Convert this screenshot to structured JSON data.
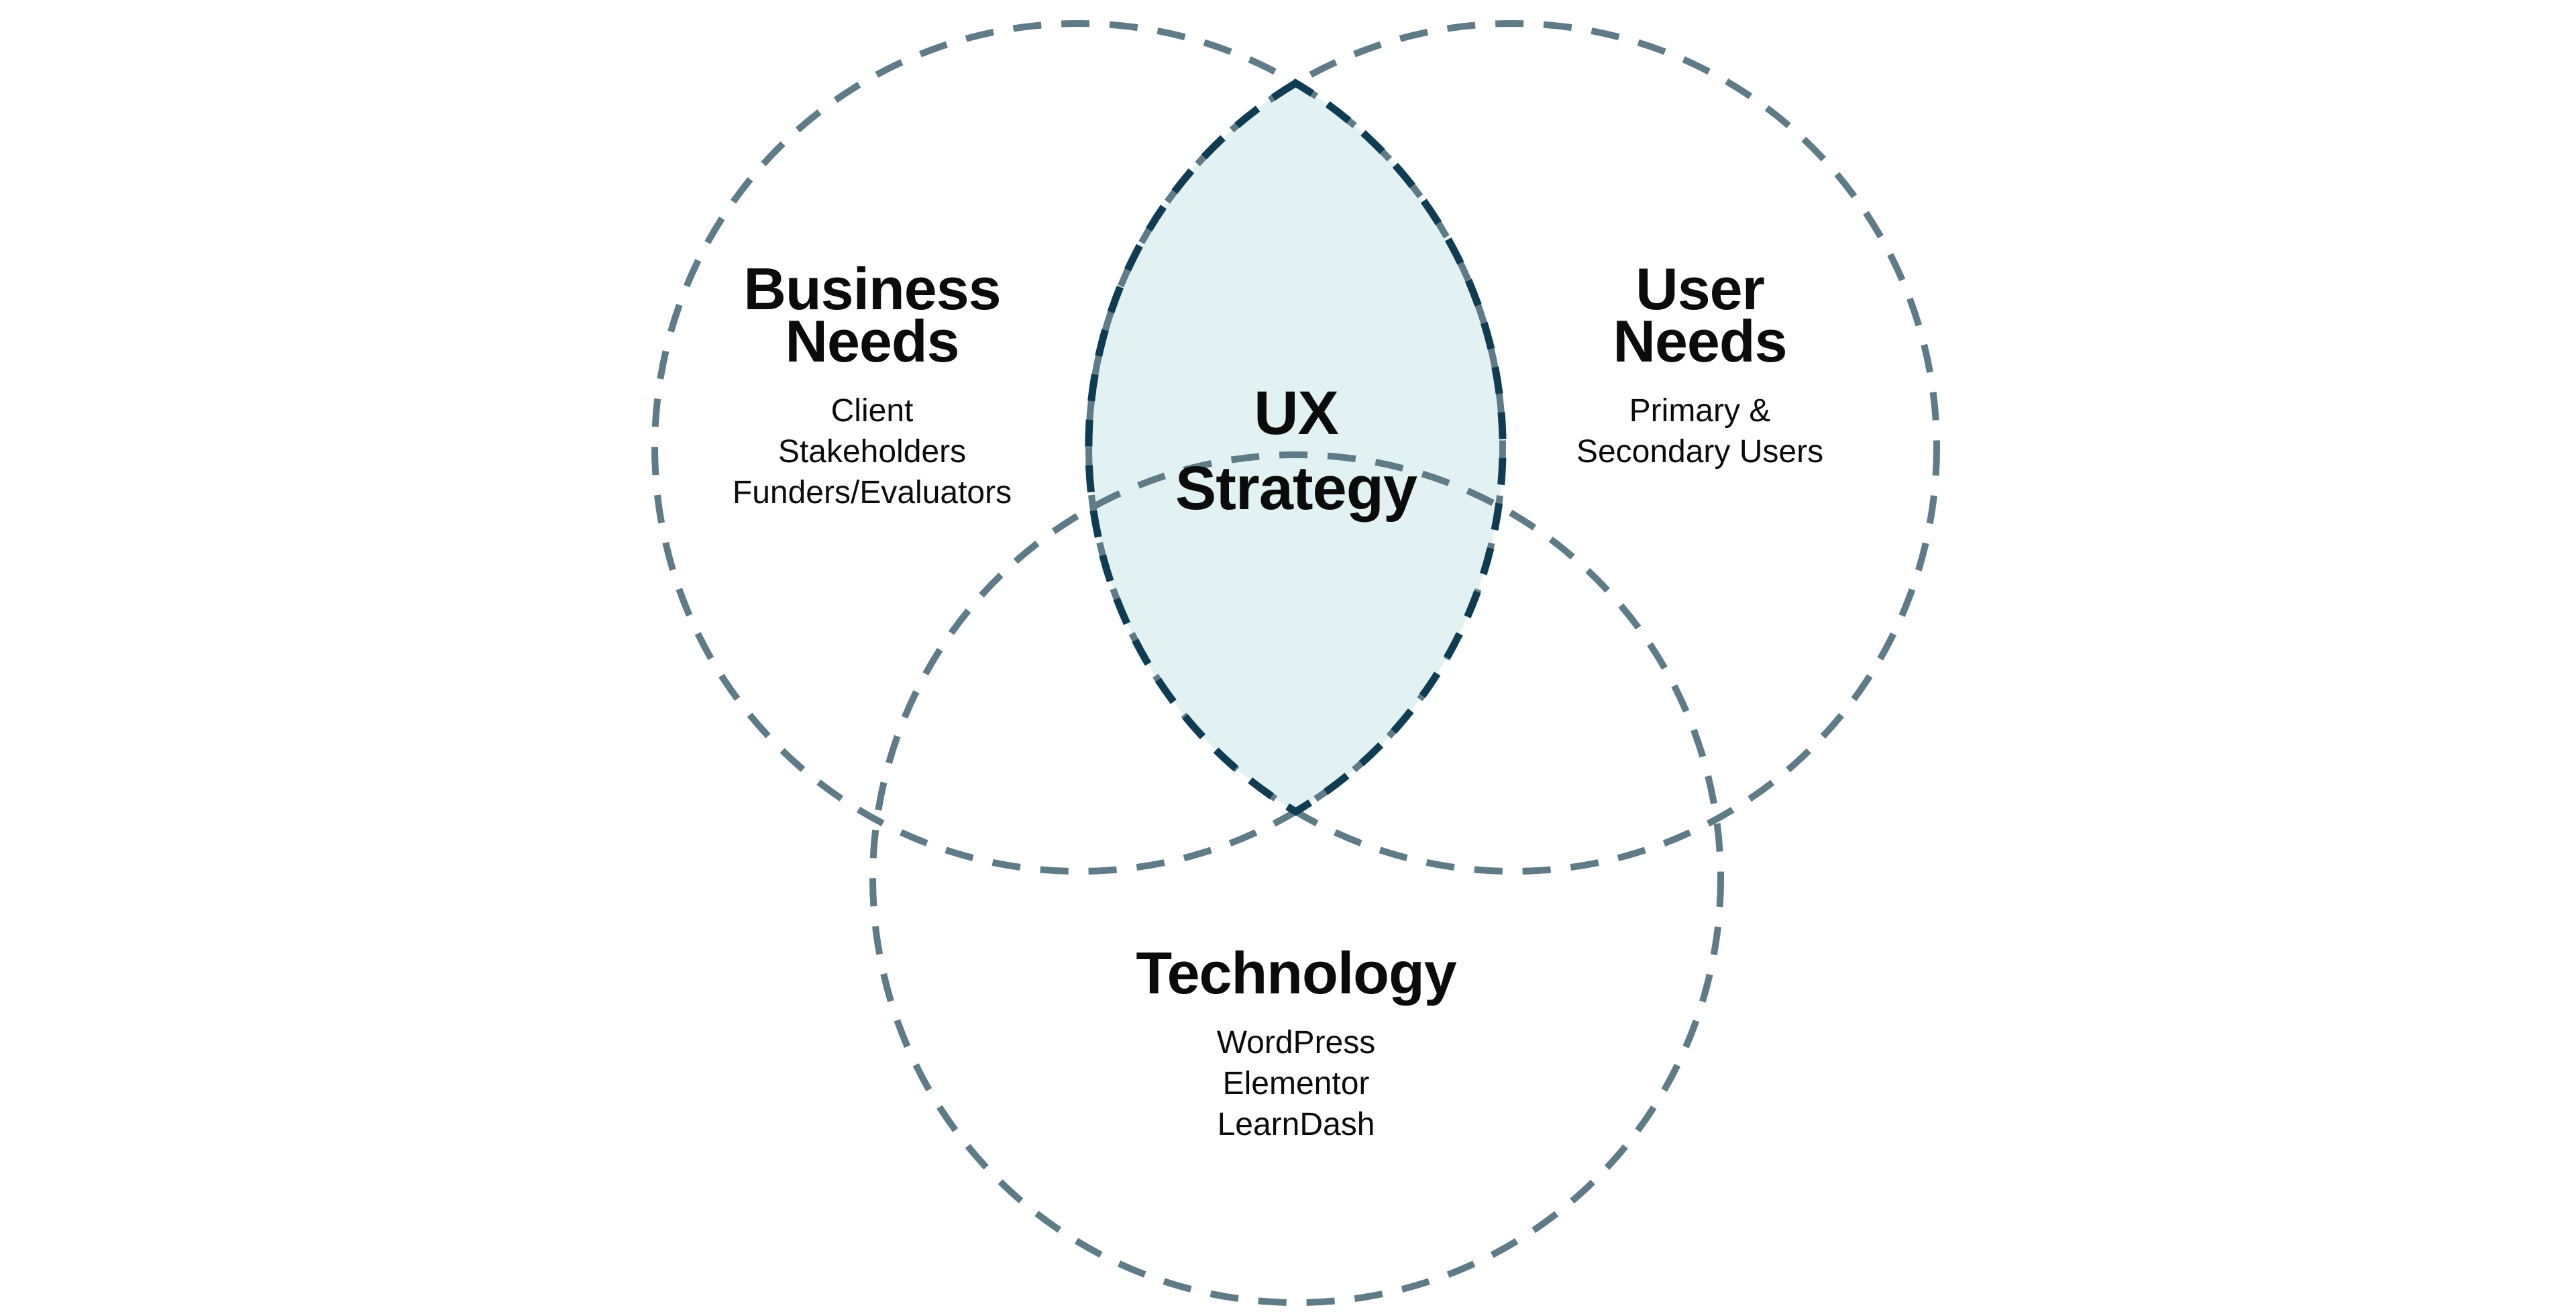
{
  "colors": {
    "circle_stroke": "#5f7b88",
    "lens_stroke": "#0f3c52",
    "lens_fill": "#e2f1f1",
    "text": "#0b0b0b"
  },
  "circles": {
    "business": {
      "heading_lines": [
        "Business",
        "Needs"
      ],
      "items": [
        "Client",
        "Stakeholders",
        "Funders/Evaluators"
      ]
    },
    "user": {
      "heading_lines": [
        "User",
        "Needs"
      ],
      "items": [
        "Primary &",
        "Secondary Users"
      ]
    },
    "technology": {
      "heading_lines": [
        "Technology"
      ],
      "items": [
        "WordPress",
        "Elementor",
        "LearnDash"
      ]
    }
  },
  "center": {
    "heading_lines": [
      "UX",
      "Strategy"
    ]
  }
}
